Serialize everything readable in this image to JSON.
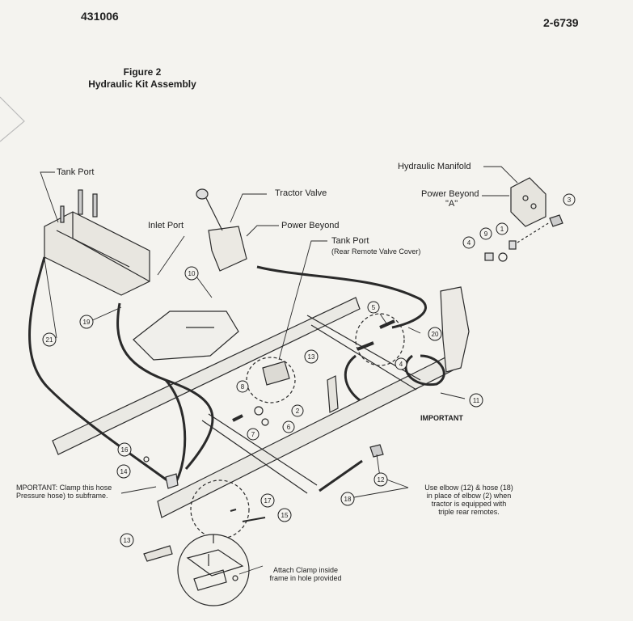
{
  "header": {
    "part_number": "431006",
    "page_code": "2-6739"
  },
  "figure": {
    "number": "Figure 2",
    "title": "Hydraulic Kit Assembly"
  },
  "labels": {
    "tank_port": "Tank Port",
    "inlet_port": "Inlet Port",
    "tractor_valve": "Tractor Valve",
    "power_beyond": "Power Beyond",
    "rear_tank_port": "Tank Port",
    "rear_tank_port_note": "(Rear Remote Valve Cover)",
    "hydraulic_manifold": "Hydraulic Manifold",
    "manifold_power_beyond": "Power Beyond",
    "manifold_power_beyond_sub": "\"A\"",
    "important": "IMPORTANT"
  },
  "notes": {
    "clamp_hose": "MPORTANT: Clamp this hose",
    "clamp_hose_2": "Pressure hose) to subframe.",
    "elbow_1": "Use elbow (12) & hose (18)",
    "elbow_2": "in place of elbow (2) when",
    "elbow_3": "tractor is equipped with",
    "elbow_4": "triple rear remotes.",
    "attach_1": "Attach Clamp inside",
    "attach_2": "frame in hole provided"
  },
  "callouts": [
    "1",
    "2",
    "3",
    "4",
    "5",
    "6",
    "7",
    "8",
    "9",
    "10",
    "11",
    "12",
    "13",
    "14",
    "15",
    "16",
    "17",
    "18",
    "19",
    "20",
    "21"
  ],
  "colors": {
    "paper": "#f4f3ef",
    "ink": "#1e1e1e",
    "hose": "#2a2a2a"
  }
}
